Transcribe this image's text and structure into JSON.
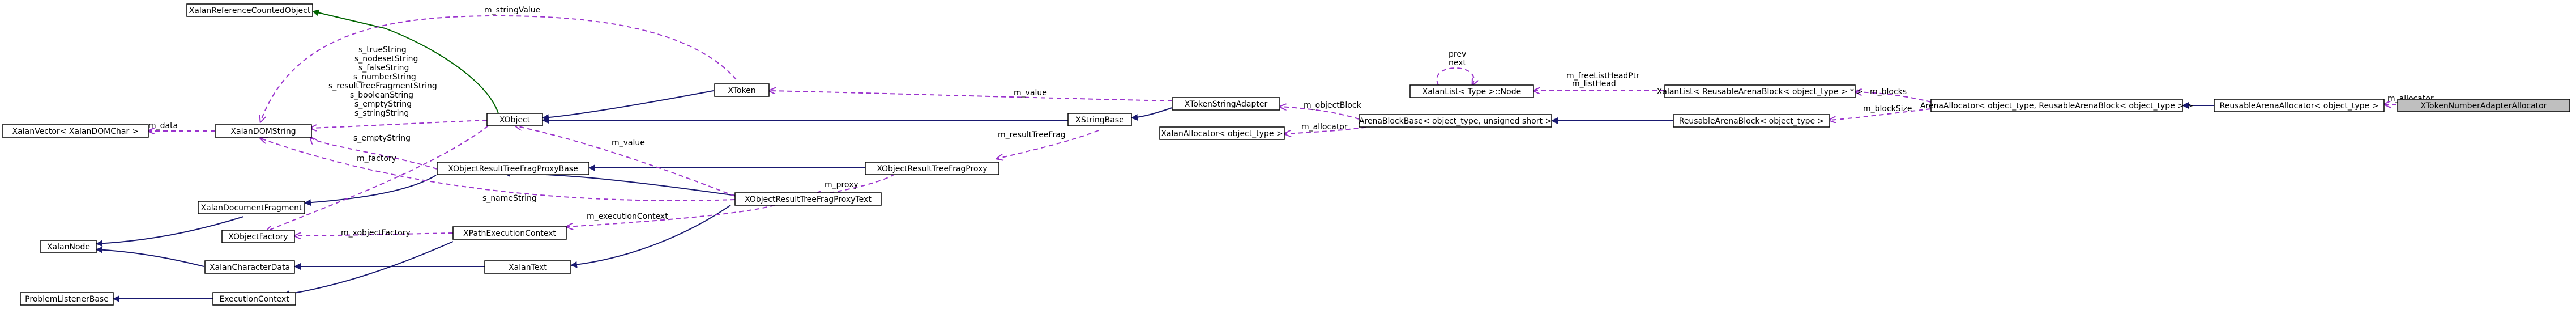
{
  "colors": {
    "node_fill": "#ffffff",
    "node_stroke": "#000000",
    "highlight_fill": "#bfbfbf",
    "inheritance_edge": "#191970",
    "template_edge": "#006400",
    "usage_edge": "#9a32cd"
  },
  "nodes": {
    "xalanReferenceCountedObject": "XalanReferenceCountedObject",
    "xalanVector": "XalanVector< XalanDOMChar >",
    "xalanDOMString": "XalanDOMString",
    "xobject": "XObject",
    "xtoken": "XToken",
    "xtokenStringAdapter": "XTokenStringAdapter",
    "xstringBase": "XStringBase",
    "xalanAllocator": "XalanAllocator< object_type >",
    "arenaBlockBase": "ArenaBlockBase< object_type, unsigned short >",
    "xalanListNode": "XalanList< Type >::Node",
    "xalanListReusable": "XalanList< ReusableArenaBlock< object_type > * >",
    "reusableArenaBlock": "ReusableArenaBlock< object_type >",
    "arenaAllocator": "ArenaAllocator< object_type, ReusableArenaBlock< object_type > >",
    "reusableArenaAllocator": "ReusableArenaAllocator< object_type >",
    "xtokenNumberAdapterAllocator": "XTokenNumberAdapterAllocator",
    "xobjectResultTreeFragProxyBase": "XObjectResultTreeFragProxyBase",
    "xobjectResultTreeFragProxy": "XObjectResultTreeFragProxy",
    "xobjectResultTreeFragProxyText": "XObjectResultTreeFragProxyText",
    "xalanDocumentFragment": "XalanDocumentFragment",
    "xalanNode": "XalanNode",
    "xobjectFactory": "XObjectFactory",
    "xpathExecutionContext": "XPathExecutionContext",
    "xalanCharacterData": "XalanCharacterData",
    "xalanText": "XalanText",
    "problemListenerBase": "ProblemListenerBase",
    "executionContext": "ExecutionContext"
  },
  "edge_labels": {
    "m_stringValue": "m_stringValue",
    "m_data": "m_data",
    "statics": [
      "s_trueString",
      "s_nodesetString",
      "s_falseString",
      "s_numberString",
      "s_resultTreeFragmentString",
      "s_booleanString",
      "s_emptyString",
      "s_stringString"
    ],
    "m_factory": "m_factory",
    "s_emptyString": "s_emptyString",
    "m_value_token": "m_value",
    "m_value_text": "m_value",
    "m_objectBlock": "m_objectBlock",
    "m_allocator_adapter": "m_allocator",
    "m_resultTreeFrag": "m_resultTreeFrag",
    "m_proxy": "m_proxy",
    "s_nameString": "s_nameString",
    "m_executionContext": "m_executionContext",
    "m_xobjectFactory": "m_xobjectFactory",
    "prev": "prev",
    "next": "next",
    "m_freeListHeadPtr": "m_freeListHeadPtr",
    "m_listHead": "m_listHead",
    "m_blocks": "m_blocks",
    "m_blockSize": "m_blockSize",
    "m_allocator_final": "m_allocator"
  }
}
